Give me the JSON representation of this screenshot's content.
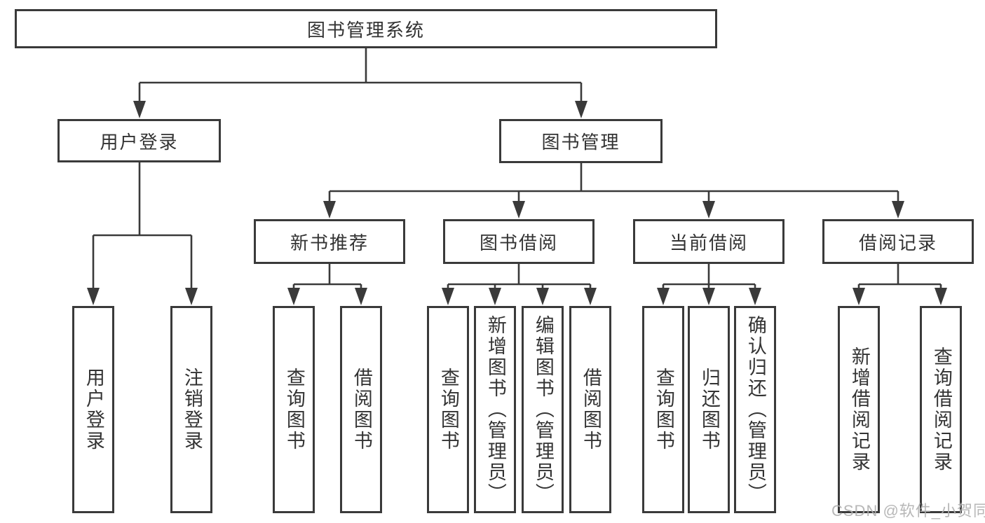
{
  "diagram": {
    "title": "图书管理系统",
    "branches": [
      {
        "id": "user-login",
        "label": "用户登录",
        "children": [
          "用户登录",
          "注销登录"
        ]
      },
      {
        "id": "book-management",
        "label": "图书管理",
        "sections": [
          {
            "id": "new-book-recommend",
            "label": "新书推荐",
            "children": [
              "查询图书",
              "借阅图书"
            ]
          },
          {
            "id": "book-borrow",
            "label": "图书借阅",
            "children": [
              "查询图书",
              "新增图书（管理员）",
              "编辑图书（管理员）",
              "借阅图书"
            ]
          },
          {
            "id": "current-borrow",
            "label": "当前借阅",
            "children": [
              "查询图书",
              "归还图书",
              "确认归还（管理员）"
            ]
          },
          {
            "id": "borrow-records",
            "label": "借阅记录",
            "children": [
              "新增借阅记录",
              "查询借阅记录"
            ]
          }
        ]
      }
    ]
  },
  "watermark": {
    "text": "CSDN @软件_小贺同学"
  },
  "colors": {
    "line": "#3a3a3a",
    "border": "#3a3a3a",
    "text": "#333333",
    "watermark_text": "#b0b0b0",
    "background": "#ffffff"
  }
}
